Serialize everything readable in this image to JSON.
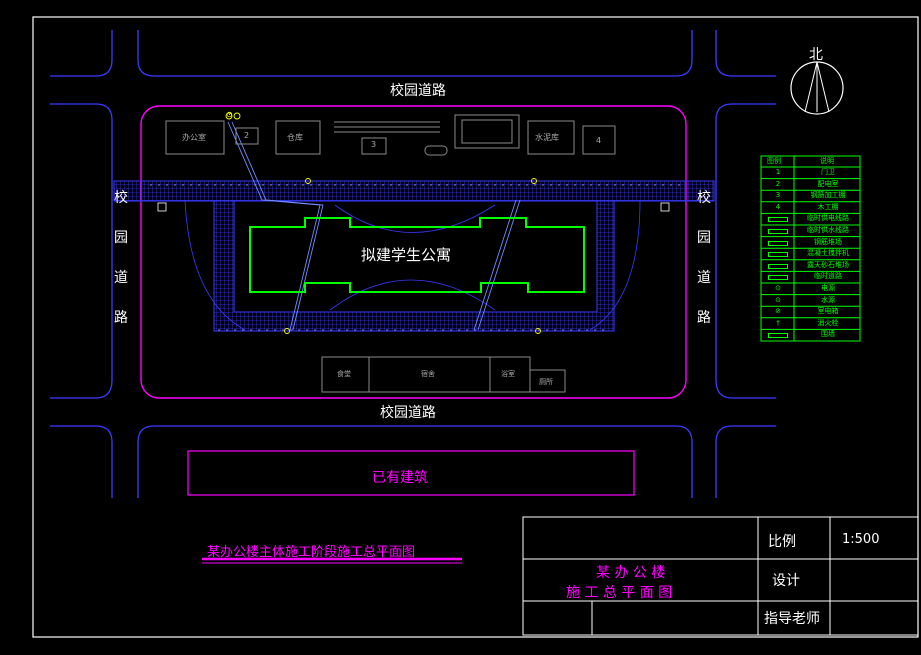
{
  "roads": {
    "north": "校园道路",
    "south": "校园道路",
    "west": [
      "校",
      "园",
      "道",
      "路"
    ],
    "east": [
      "校",
      "园",
      "道",
      "路"
    ]
  },
  "north_arrow": "北",
  "buildings_top": {
    "office": "办公室",
    "item2": "2",
    "warehouse": "仓库",
    "item3": "3",
    "cement": "水泥库",
    "item4": "4",
    "water_symbol": "⊙"
  },
  "main_building": "拟建学生公寓",
  "buildings_bottom": {
    "canteen": "食堂",
    "dorm": "宿舍",
    "shower": "浴室",
    "toilet": "厕所"
  },
  "existing_building": "已有建筑",
  "drawing_caption": "某办公楼主体施工阶段施工总平面图",
  "legend": {
    "headers": [
      "图例",
      "说明"
    ],
    "rows": [
      {
        "symbol": "1",
        "desc": "门卫"
      },
      {
        "symbol": "2",
        "desc": "配电室"
      },
      {
        "symbol": "3",
        "desc": "钢筋加工棚"
      },
      {
        "symbol": "4",
        "desc": "木工棚"
      },
      {
        "symbol": "line1",
        "desc": "临时供电线路"
      },
      {
        "symbol": "line2",
        "desc": "临时供水线路"
      },
      {
        "symbol": "rect",
        "desc": "钢筋堆场"
      },
      {
        "symbol": "mixer",
        "desc": "混凝土搅拌机"
      },
      {
        "symbol": "rect2",
        "desc": "露天砂石堆场"
      },
      {
        "symbol": "hatch",
        "desc": "临时道路"
      },
      {
        "symbol": "⊙",
        "desc": "电源"
      },
      {
        "symbol": "⊙",
        "desc": "水源"
      },
      {
        "symbol": "⊘",
        "desc": "室电箱"
      },
      {
        "symbol": "†",
        "desc": "消火栓"
      },
      {
        "symbol": "fence",
        "desc": "围墙"
      }
    ]
  },
  "title_block": {
    "project_line1": "某 办 公 楼",
    "project_line2": "施 工 总 平 面 图",
    "scale_label": "比例",
    "scale_value": "1:500",
    "design_label": "设计",
    "advisor_label": "指导老师"
  },
  "colors": {
    "frame": "#ffffff",
    "road": "#3a3aff",
    "site": "#ff00ff",
    "building": "#00ff00",
    "legend": "#00ff00",
    "text": "#ffffff",
    "caption": "#ff00ff"
  }
}
